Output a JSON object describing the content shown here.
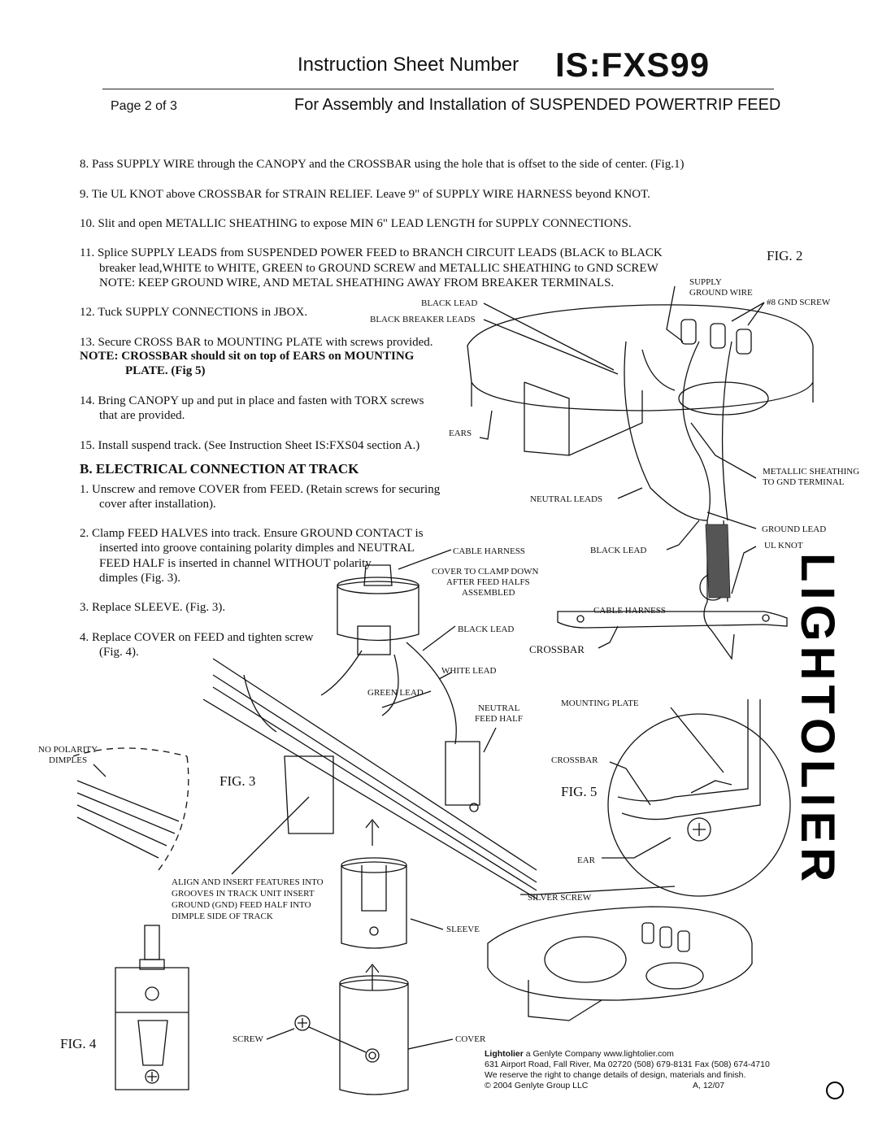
{
  "header": {
    "title": "Instruction Sheet Number",
    "code": "IS:FXS99",
    "page": "Page 2 of 3",
    "subtitle": "For Assembly and Installation of SUSPENDED POWERTRIP FEED"
  },
  "steps": {
    "s8": "8.  Pass SUPPLY WIRE through the CANOPY and the CROSSBAR using the hole that is offset to the side of center. (Fig.1)",
    "s9": "9. Tie UL KNOT above CROSSBAR for STRAIN RELIEF. Leave 9\" of SUPPLY WIRE HARNESS beyond KNOT.",
    "s10": "10. Slit and open METALLIC SHEATHING to expose MIN 6\" LEAD LENGTH for SUPPLY CONNECTIONS.",
    "s11_a": "11. Splice SUPPLY LEADS from SUSPENDED POWER FEED to BRANCH CIRCUIT LEADS (BLACK to BLACK",
    "s11_b": "breaker lead,WHITE to WHITE, GREEN to GROUND SCREW and METALLIC SHEATHING to GND SCREW",
    "s11_c": "NOTE: KEEP GROUND WIRE, AND METAL SHEATHING AWAY FROM BREAKER TERMINALS.",
    "s12": "12. Tuck SUPPLY CONNECTIONS in JBOX.",
    "s13": "13. Secure CROSS BAR to MOUNTING PLATE with screws  provided.",
    "s13_note_a": "NOTE: CROSSBAR should sit on top of EARS on MOUNTING",
    "s13_note_b": "PLATE. (Fig 5)",
    "s14_a": "14.  Bring CANOPY up and put in place and fasten with TORX screws",
    "s14_b": "that are provided.",
    "s15": "15. Install suspend track. (See Instruction Sheet IS:FXS04 section A.)"
  },
  "sectionB": {
    "title": "B.  ELECTRICAL CONNECTION AT TRACK",
    "b1_a": "1. Unscrew and remove COVER from FEED. (Retain screws for securing",
    "b1_b": "cover after installation).",
    "b2_a": "2. Clamp FEED HALVES into track. Ensure GROUND CONTACT is",
    "b2_b": "inserted into groove containing polarity dimples and NEUTRAL",
    "b2_c": "FEED HALF is inserted in channel WITHOUT polarity",
    "b2_d": "dimples (Fig. 3).",
    "b3": "3. Replace SLEEVE. (Fig. 3).",
    "b4_a": "4. Replace COVER on FEED and tighten screw",
    "b4_b": "(Fig. 4)."
  },
  "figures": {
    "fig2": "FIG. 2",
    "fig3": "FIG. 3",
    "fig4": "FIG. 4",
    "fig5": "FIG. 5"
  },
  "labels": {
    "supply_ground_wire_a": "SUPPLY",
    "supply_ground_wire_b": "GROUND WIRE",
    "gnd_screw": "#8 GND SCREW",
    "black_lead_top": "BLACK LEAD",
    "black_breaker_leads": "BLACK BREAKER LEADS",
    "ears": "EARS",
    "metallic_a": "METALLIC SHEATHING",
    "metallic_b": "TO GND TERMINAL",
    "neutral_leads": "NEUTRAL LEADS",
    "ground_lead": "GROUND LEAD",
    "ul_knot": "UL KNOT",
    "black_lead_mid": "BLACK LEAD",
    "cable_harness_fig2": "CABLE HARNESS",
    "crossbar_fig2": "CROSSBAR",
    "cable_harness_fig3": "CABLE HARNESS",
    "cover_clamp_a": "COVER TO CLAMP DOWN",
    "cover_clamp_b": "AFTER FEED HALFS",
    "cover_clamp_c": "ASSEMBLED",
    "black_lead_fig3": "BLACK LEAD",
    "white_lead": "WHITE LEAD",
    "green_lead": "GREEN LEAD",
    "neutral_feed_a": "NEUTRAL",
    "neutral_feed_b": "FEED HALF",
    "no_polarity_a": "NO POLARITY",
    "no_polarity_b": "DIMPLES",
    "align_a": "ALIGN AND INSERT FEATURES INTO",
    "align_b": "GROOVES IN TRACK UNIT INSERT",
    "align_c": "GROUND (GND) FEED HALF INTO",
    "align_d": "DIMPLE SIDE OF TRACK",
    "sleeve": "SLEEVE",
    "silver_screw": "SILVER SCREW",
    "mounting_plate": "MOUNTING PLATE",
    "crossbar_fig5": "CROSSBAR",
    "ear": "EAR",
    "screw": "SCREW",
    "cover": "COVER"
  },
  "brand": "LIGHTOLIER",
  "footer": {
    "company_bold": "Lightolier",
    "company_rest": " a Genlyte Company www.lightolier.com",
    "address": "631 Airport Road, Fall River, Ma 02720 (508) 679-8131 Fax (508) 674-4710",
    "reserve": "We reserve the right to change details of design, materials and finish.",
    "copyright": "© 2004 Genlyte Group LLC",
    "rev": "A, 12/07"
  }
}
